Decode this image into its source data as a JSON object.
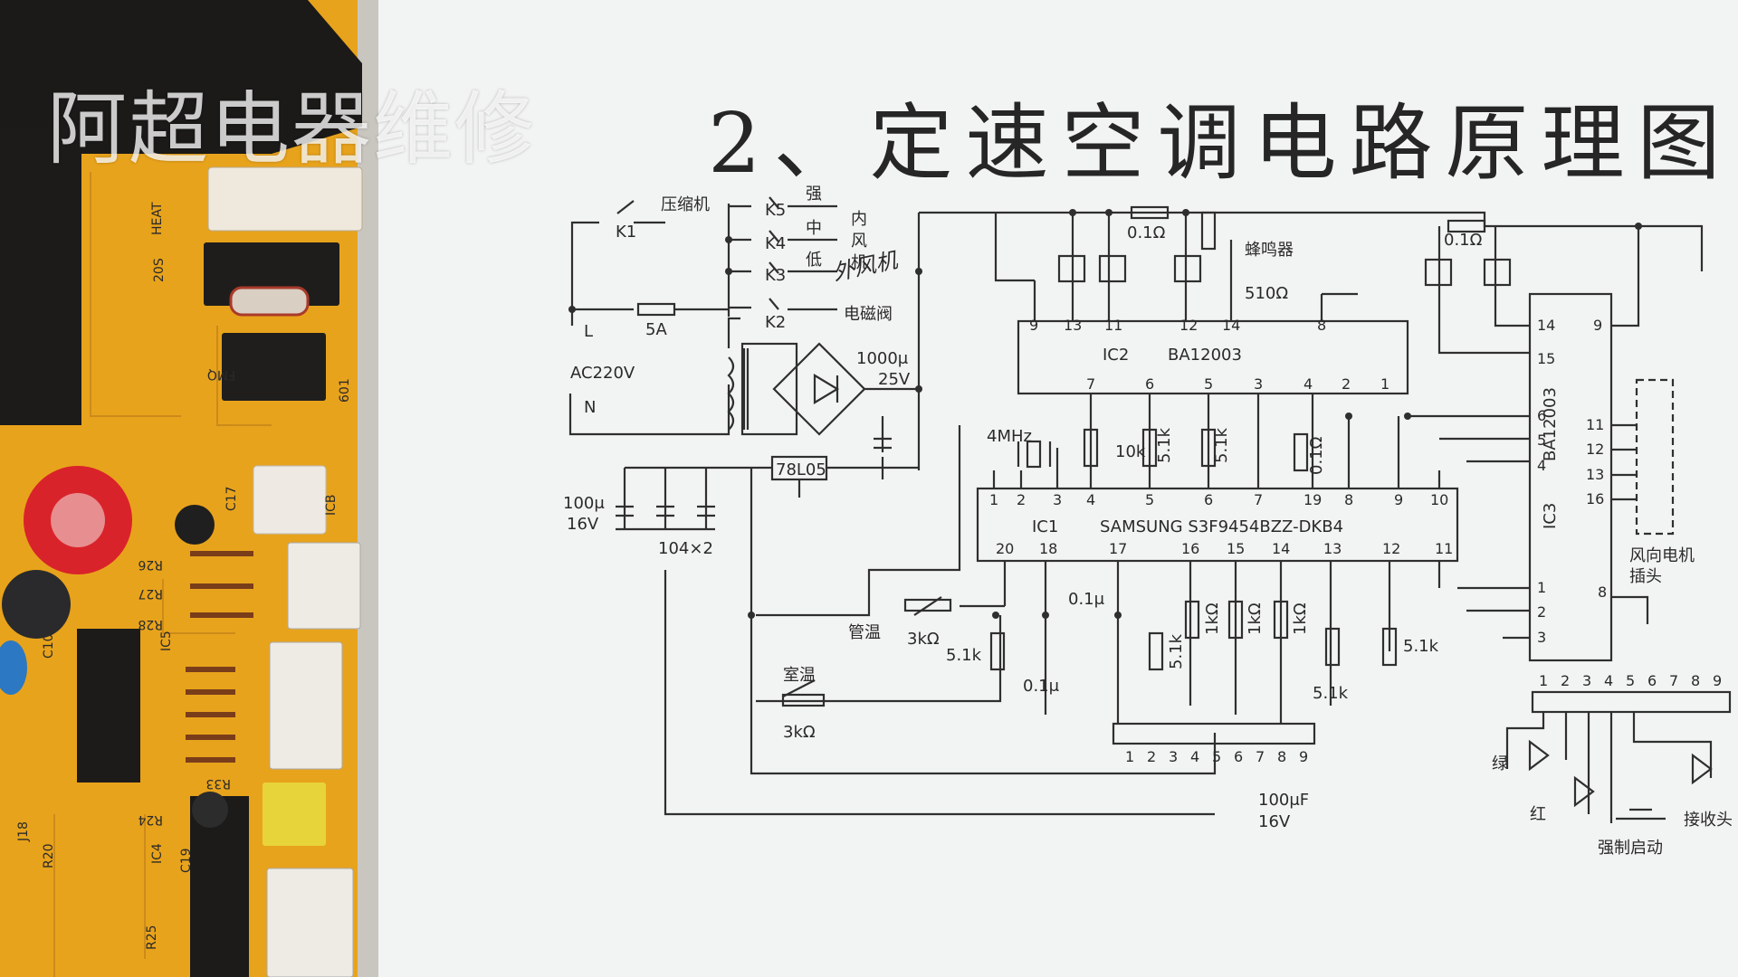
{
  "watermark": "阿超电器维修",
  "title": "2、定速空调电路原理图",
  "labels": {
    "compressor": "压缩机",
    "k1": "K1",
    "k2": "K2",
    "k3": "K3",
    "k4": "K4",
    "k5": "K5",
    "strong": "强",
    "medium": "中",
    "low": "低",
    "indoor_fan": [
      "内",
      "风",
      "机"
    ],
    "handwriting": "外风机",
    "valve": "电磁阀",
    "fuse": "5A",
    "L": "L",
    "N": "N",
    "ac": "AC220V",
    "res_01a": "0.1Ω",
    "res_01b": "0.1Ω",
    "buzzer": "蜂鸣器",
    "res_510": "510Ω",
    "cap_1000": "1000μ",
    "cap_25v": "25V",
    "reg": "78L05",
    "cap_100": "100μ",
    "cap_16v": "16V",
    "cap_104": "104×2",
    "xtal": "4MHz",
    "ic2": "IC2",
    "ic2_name": "BA12003",
    "ic1": "IC1",
    "ic1_name": "SAMSUNG  S3F9454BZZ-DKB4",
    "ic3": "IC3",
    "ic3_name": "BA12003",
    "r10k": "10k",
    "r51k_a": "5.1k",
    "r51k_b": "5.1k",
    "r01c": "0.1Ω",
    "pipe_temp": "管温",
    "room_temp": "室温",
    "therm_3k_a": "3kΩ",
    "therm_3k_b": "3kΩ",
    "r51k_c": "5.1k",
    "c01_a": "0.1μ",
    "c01_b": "0.1μ",
    "r51k_d": "5.1k",
    "r1k_a": "1kΩ",
    "r1k_b": "1kΩ",
    "r1k_c": "1kΩ",
    "r51k_e": "5.1k",
    "r51k_f": "5.1k",
    "cap_100uf": "100μF",
    "cap_100uf_v": "16V",
    "wind_motor": [
      "风向电机",
      "插头"
    ],
    "green": "绿",
    "red": "红",
    "force_start": "强制启动",
    "receiver": "接收头",
    "ic2_pins_top": [
      "9",
      "13",
      "11",
      "12",
      "14",
      "8"
    ],
    "ic2_pins_bottom": [
      "7",
      "6",
      "5",
      "3",
      "4",
      "2",
      "1"
    ],
    "ic1_pins_top": [
      "1",
      "2",
      "3",
      "4",
      "5",
      "6",
      "7",
      "19",
      "8",
      "9",
      "10"
    ],
    "ic1_pins_bottom": [
      "20",
      "18",
      "17",
      "16",
      "15",
      "14",
      "13",
      "12",
      "11"
    ],
    "ic3_pins_left": [
      "14",
      "15",
      "6",
      "5",
      "4",
      "1",
      "2",
      "3"
    ],
    "ic3_pins_right": [
      "9",
      "11",
      "12",
      "13",
      "16",
      "8"
    ],
    "conn_pins": [
      "1",
      "2",
      "3",
      "4",
      "5",
      "6",
      "7",
      "8",
      "9"
    ],
    "panel_pins": [
      "1",
      "2",
      "3",
      "4",
      "5",
      "6",
      "7",
      "8",
      "9"
    ]
  },
  "board_silkscreen": [
    "HEAT",
    "20S",
    "601",
    "C17",
    "ICB",
    "R26",
    "R27",
    "R28",
    "IC5",
    "C10",
    "R33",
    "R24",
    "IC4",
    "C19",
    "R20",
    "R25",
    "FMQ",
    "J18"
  ],
  "colors": {
    "board": "#e8a31c",
    "paper": "#f2f3f3",
    "ink": "#2a2a2a",
    "badge": "#d9232a"
  }
}
